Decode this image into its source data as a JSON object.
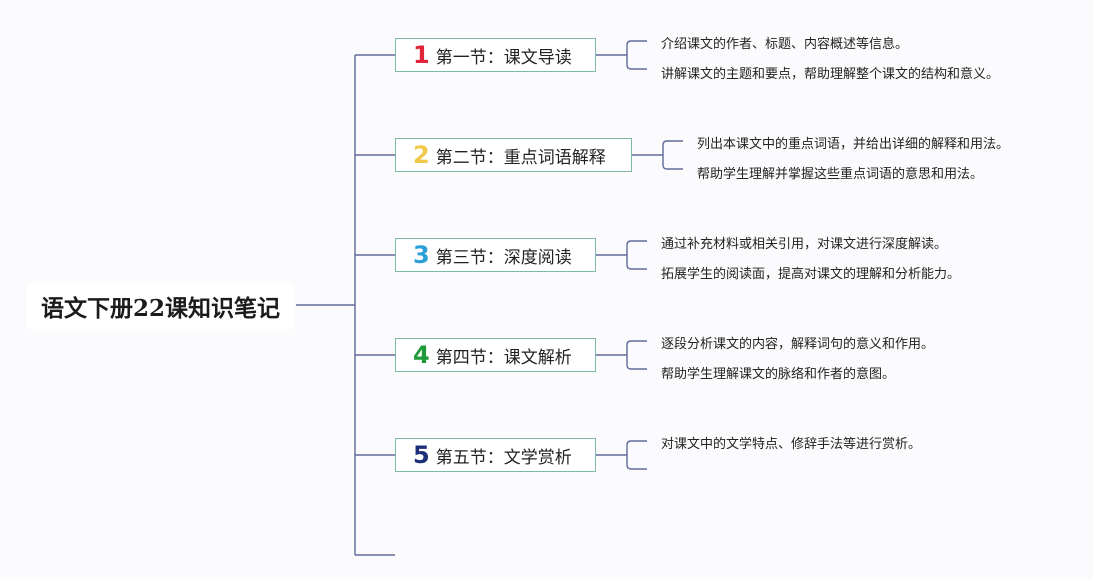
{
  "root": {
    "title": "语文下册22课知识笔记"
  },
  "sections": [
    {
      "number": "1",
      "label": "第一节：课文导读",
      "color": "#e0253a",
      "details": [
        "介绍课文的作者、标题、内容概述等信息。",
        "讲解课文的主题和要点，帮助理解整个课文的结构和意义。"
      ]
    },
    {
      "number": "2",
      "label": "第二节：重点词语解释",
      "color": "#f1c94a",
      "details": [
        "列出本课文中的重点词语，并给出详细的解释和用法。",
        "帮助学生理解并掌握这些重点词语的意思和用法。"
      ]
    },
    {
      "number": "3",
      "label": "第三节：深度阅读",
      "color": "#2b9fd8",
      "details": [
        "通过补充材料或相关引用，对课文进行深度解读。",
        "拓展学生的阅读面，提高对课文的理解和分析能力。"
      ]
    },
    {
      "number": "4",
      "label": "第四节：课文解析",
      "color": "#1f9a3a",
      "details": [
        "逐段分析课文的内容，解释词句的意义和作用。",
        "帮助学生理解课文的脉络和作者的意图。"
      ]
    },
    {
      "number": "5",
      "label": "第五节：文学赏析",
      "color": "#1d2f7a",
      "details": [
        "对课文中的文学特点、修辞手法等进行赏析。"
      ]
    }
  ]
}
